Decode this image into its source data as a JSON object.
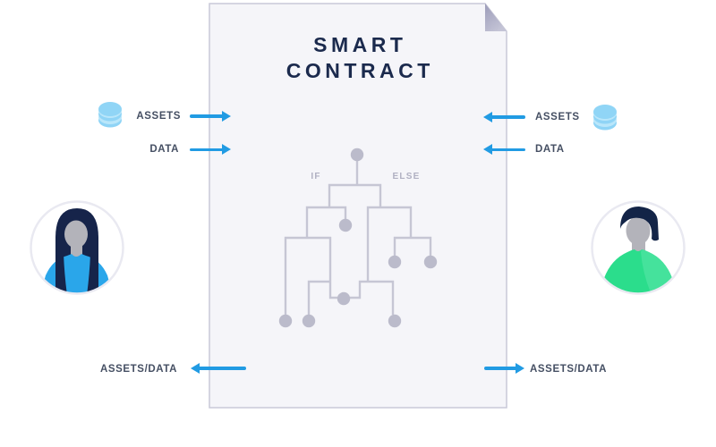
{
  "document": {
    "title_line1": "SMART",
    "title_line2": "CONTRACT"
  },
  "flowchart": {
    "if_label": "IF",
    "else_label": "ELSE"
  },
  "left_party": {
    "assets_label": "ASSETS",
    "data_label": "DATA",
    "output_label": "ASSETS/DATA"
  },
  "right_party": {
    "assets_label": "ASSETS",
    "data_label": "DATA",
    "output_label": "ASSETS/DATA"
  },
  "icons": {
    "coin_stack": "coin-stack-icon",
    "left_avatar": "woman-user-avatar",
    "right_avatar": "man-user-avatar",
    "input_arrow": "flow-arrow-icon"
  },
  "colors": {
    "arrow_blue": "#219BE3",
    "title_navy": "#1B2A4D",
    "label_slate": "#454F63",
    "tree_gray": "#C6C6D4",
    "tree_node_gray": "#BBBBCB",
    "tree_label_gray": "#B0B0C2",
    "document_fill": "#F5F5F9",
    "document_border": "#C9C9D8",
    "fold_gray": "#A3A3BE",
    "coin_blue": "#8FD4F6",
    "coin_blue_light": "#B9E6FA",
    "shirt_blue": "#2AA6EA",
    "shirt_green": "#2BDD8C",
    "hair_navy": "#16244A",
    "skin_gray": "#B3B3BA",
    "background": "#FFFFFF"
  }
}
